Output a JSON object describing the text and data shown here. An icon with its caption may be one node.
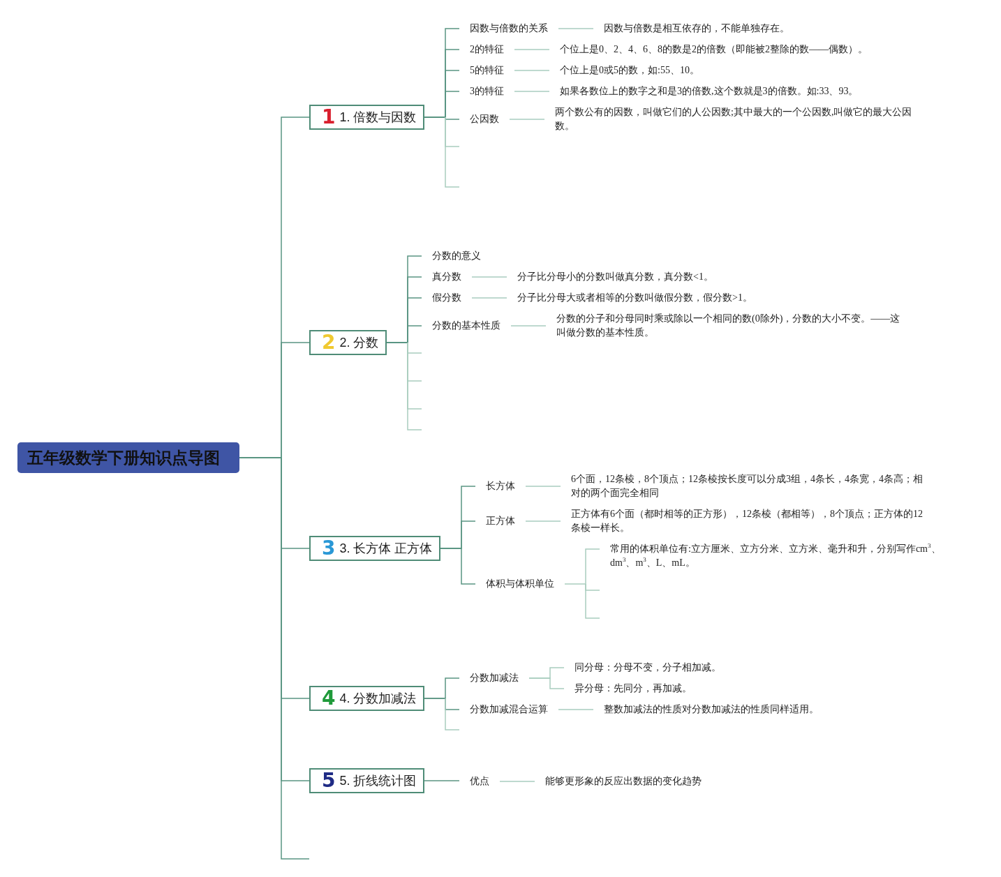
{
  "diagram": {
    "nodes": [
      {
        "text": [
          "五年级数学下册知识点导图"
        ]
      },
      {
        "text": [
          "1",
          "1. 倍数与因数"
        ]
      },
      {
        "text": [
          "因数与倍数的关系"
        ]
      },
      {
        "text": [
          "因数与倍数是相互依存的，不能单独存在。"
        ]
      },
      {
        "text": [
          "2的特征"
        ]
      },
      {
        "text": [
          "个位上是0、2、4、6、8的数是2的倍数（即能被2整除的数——偶数）。"
        ]
      },
      {
        "text": [
          "5的特征"
        ]
      },
      {
        "text": [
          "个位上是0或5的数，如:55、10。"
        ]
      },
      {
        "text": [
          "3的特征"
        ]
      },
      {
        "text": [
          "如果各数位上的数字之和是3的倍数,这个数就是3的倍数。如:33、93。"
        ]
      },
      {
        "text": [
          "公因数"
        ]
      },
      {
        "text": [
          "两个数公有的因数，叫做它们的人公因数;其中最大的一个公因数,叫做它的最大公因数。"
        ]
      },
      {
        "text": [
          "2",
          "2. 分数"
        ]
      },
      {
        "text": [
          "分数的意义"
        ]
      },
      {
        "text": [
          "真分数"
        ]
      },
      {
        "text": [
          "分子比分母小的分数叫做真分数，真分数<1。"
        ]
      },
      {
        "text": [
          "假分数"
        ]
      },
      {
        "text": [
          "分子比分母大或者相等的分数叫做假分数，假分数>1。"
        ]
      },
      {
        "text": [
          "分数的基本性质"
        ]
      },
      {
        "text": [
          "分数的分子和分母同时乘或除以一个相同的数(0除外)，分数的大小不变。——这叫做分数的基本性质。"
        ]
      },
      {
        "text": [
          "3",
          "3. 长方体 正方体"
        ]
      },
      {
        "text": [
          "长方体"
        ]
      },
      {
        "text": [
          "6个面，12条棱，8个顶点；12条棱按长度可以分成3组，4条长，4条宽，4条高；相对的两个面完全相同"
        ]
      },
      {
        "text": [
          "正方体"
        ]
      },
      {
        "text": [
          "正方体有6个面（都时相等的正方形），12条棱（都相等），8个顶点；正方体的12条棱一样长。"
        ]
      },
      {
        "text": [
          "体积与体积单位"
        ]
      },
      {
        "text": [
          "常用的体积单位有:立方厘米、立方分米、立方米、毫升和升，分别写作cm$^{3}$、dm$^{3}$、m$^{3}$、L、mL。"
        ]
      },
      {
        "text": [
          "4",
          "4. 分数加减法"
        ]
      },
      {
        "text": [
          "分数加减法"
        ]
      },
      {
        "text": [
          "同分母：分母不变，分子相加减。"
        ]
      },
      {
        "text": [
          "异分母：先同分，再加减。"
        ]
      },
      {
        "text": [
          "分数加减混合运算"
        ]
      },
      {
        "text": [
          "整数加减法的性质对分数加减法的性质同样适用。"
        ]
      },
      {
        "text": [
          "5",
          "5. 折线统计图"
        ]
      },
      {
        "text": [
          "优点"
        ]
      },
      {
        "text": [
          "能够更形象的反应出数据的变化趋势"
        ]
      }
    ],
    "edges": [
      {
        "from": 0,
        "to": 1,
        "arrow": "none"
      },
      {
        "from": 0,
        "to": 12,
        "arrow": "none"
      },
      {
        "from": 0,
        "to": 20,
        "arrow": "none"
      },
      {
        "from": 0,
        "to": 27,
        "arrow": "none"
      },
      {
        "from": 0,
        "to": 33,
        "arrow": "none"
      },
      {
        "from": 1,
        "to": 2,
        "arrow": "none"
      },
      {
        "from": 2,
        "to": 3,
        "arrow": "none"
      },
      {
        "from": 1,
        "to": 4,
        "arrow": "none"
      },
      {
        "from": 4,
        "to": 5,
        "arrow": "none"
      },
      {
        "from": 1,
        "to": 6,
        "arrow": "none"
      },
      {
        "from": 6,
        "to": 7,
        "arrow": "none"
      },
      {
        "from": 1,
        "to": 8,
        "arrow": "none"
      },
      {
        "from": 8,
        "to": 9,
        "arrow": "none"
      },
      {
        "from": 1,
        "to": 10,
        "arrow": "none"
      },
      {
        "from": 10,
        "to": 11,
        "arrow": "none"
      },
      {
        "from": 12,
        "to": 13,
        "arrow": "none"
      },
      {
        "from": 12,
        "to": 14,
        "arrow": "none"
      },
      {
        "from": 14,
        "to": 15,
        "arrow": "none"
      },
      {
        "from": 12,
        "to": 16,
        "arrow": "none"
      },
      {
        "from": 16,
        "to": 17,
        "arrow": "none"
      },
      {
        "from": 12,
        "to": 18,
        "arrow": "none"
      },
      {
        "from": 18,
        "to": 19,
        "arrow": "none"
      },
      {
        "from": 20,
        "to": 21,
        "arrow": "none"
      },
      {
        "from": 21,
        "to": 22,
        "arrow": "none"
      },
      {
        "from": 20,
        "to": 23,
        "arrow": "none"
      },
      {
        "from": 23,
        "to": 24,
        "arrow": "none"
      },
      {
        "from": 20,
        "to": 25,
        "arrow": "none"
      },
      {
        "from": 25,
        "to": 26,
        "arrow": "none"
      },
      {
        "from": 27,
        "to": 28,
        "arrow": "none"
      },
      {
        "from": 28,
        "to": 29,
        "arrow": "none"
      },
      {
        "from": 28,
        "to": 30,
        "arrow": "none"
      },
      {
        "from": 27,
        "to": 31,
        "arrow": "none"
      },
      {
        "from": 31,
        "to": 32,
        "arrow": "none"
      },
      {
        "from": 33,
        "to": 34,
        "arrow": "none"
      },
      {
        "from": 34,
        "to": 35,
        "arrow": "none"
      }
    ]
  }
}
